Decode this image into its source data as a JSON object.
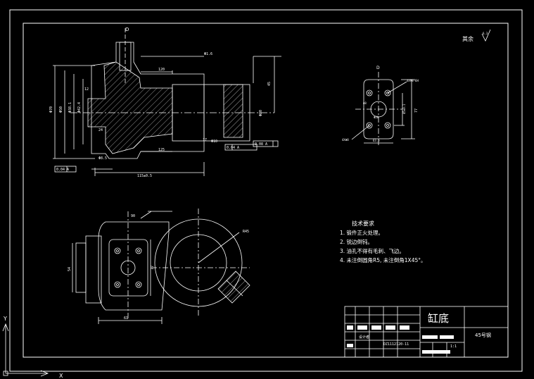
{
  "drawing": {
    "background": "#000000",
    "line_color": "#ffffff",
    "title": "缸底",
    "material": "45号钢",
    "scale": "1:1",
    "drawing_number": "DZ1112120-11",
    "designer_label": "设计者",
    "surface_finish_note": "其余",
    "surface_finish_value": "6.3",
    "section_label": "D"
  },
  "tech_requirements": {
    "heading": "技术要求",
    "items": [
      "1. 锻件正火处理。",
      "2. 锐边倒钝。",
      "3. 油孔不得有毛刺、飞边。",
      "4. 未注倒圆角R5, 未注倒角1X45°。"
    ]
  },
  "dimensions": {
    "front": [
      "Φ70",
      "Φ50",
      "Φ38.1",
      "Φ42.4",
      "12",
      "24",
      "17",
      "120",
      "125",
      "Φ80",
      "45",
      "Φ8.5",
      "0.04 A",
      "0.04 A",
      "0.08 A",
      "Φ1.6",
      "Φ10",
      "115±0.5"
    ],
    "plan": [
      "54",
      "77",
      "61",
      "R45",
      "90"
    ],
    "detail": [
      "4XM8-6H",
      "Φ8",
      "Φ20",
      "77",
      "45±0.1",
      "63.5",
      "4XΦ8"
    ]
  },
  "ucs": {
    "x_label": "X",
    "y_label": "Y"
  }
}
